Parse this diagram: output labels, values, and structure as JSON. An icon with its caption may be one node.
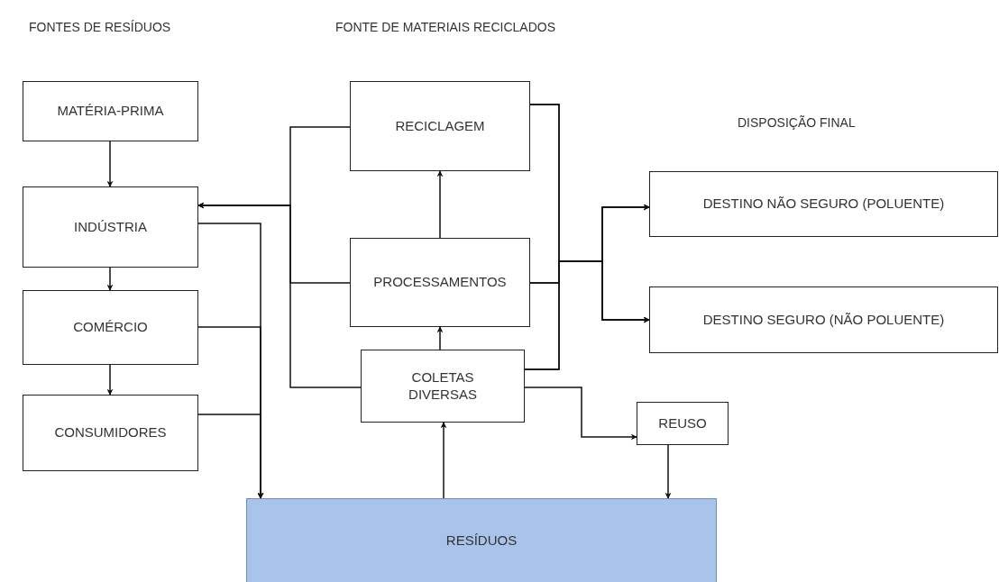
{
  "diagram": {
    "nodes": [
      {
        "text": [
          "MATÉRIA-PRIMA"
        ]
      },
      {
        "text": [
          "INDÚSTRIA"
        ]
      },
      {
        "text": [
          "COMÉRCIO"
        ]
      },
      {
        "text": [
          "CONSUMIDORES"
        ]
      },
      {
        "text": [
          "RECICLAGEM"
        ]
      },
      {
        "text": [
          "PROCESSAMENTOS"
        ]
      },
      {
        "text": [
          "COLETAS DIVERSAS"
        ]
      },
      {
        "text": [
          "DESTINO NÃO SEGURO (POLUENTE)"
        ]
      },
      {
        "text": [
          "DESTINO SEGURO (NÃO POLUENTE)"
        ]
      },
      {
        "text": [
          "REUSO"
        ]
      },
      {
        "text": [
          "RESÍDUOS"
        ]
      }
    ],
    "edges": [
      {
        "from": 0,
        "to": 1,
        "arrow": "to"
      },
      {
        "from": 1,
        "to": 2,
        "arrow": "to"
      },
      {
        "from": 2,
        "to": 3,
        "arrow": "to"
      },
      {
        "from": 4,
        "to": 1,
        "arrow": "to"
      },
      {
        "from": 5,
        "to": 1,
        "arrow": "to"
      },
      {
        "from": 6,
        "to": 1,
        "arrow": "to"
      },
      {
        "from": 1,
        "to": 10,
        "arrow": "to"
      },
      {
        "from": 2,
        "to": 10,
        "arrow": "to"
      },
      {
        "from": 3,
        "to": 10,
        "arrow": "to"
      },
      {
        "from": 4,
        "to": 7,
        "arrow": "to"
      },
      {
        "from": 4,
        "to": 8,
        "arrow": "to"
      },
      {
        "from": 5,
        "to": 7,
        "arrow": "to"
      },
      {
        "from": 5,
        "to": 8,
        "arrow": "to"
      },
      {
        "from": 6,
        "to": 7,
        "arrow": "to"
      },
      {
        "from": 6,
        "to": 8,
        "arrow": "to"
      },
      {
        "from": 6,
        "to": 5,
        "arrow": "to"
      },
      {
        "from": 5,
        "to": 4,
        "arrow": "to"
      },
      {
        "from": 10,
        "to": 6,
        "arrow": "to"
      },
      {
        "from": 6,
        "to": 9,
        "arrow": "to"
      },
      {
        "from": 9,
        "to": 10,
        "arrow": "to"
      }
    ],
    "labels": [
      "FONTES DE RESÍDUOS",
      "FONTE DE MATERIAIS RECICLADOS",
      "DISPOSIÇÃO FINAL"
    ]
  }
}
